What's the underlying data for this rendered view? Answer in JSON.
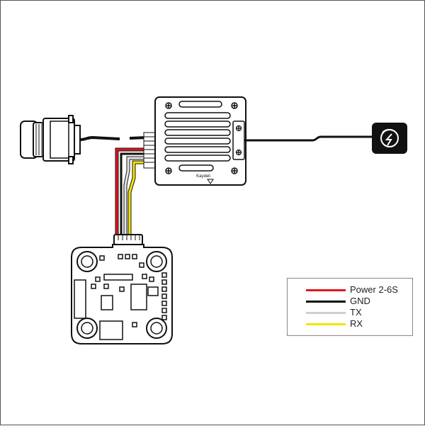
{
  "device": {
    "brand": "Kaydeil"
  },
  "legend": {
    "items": [
      {
        "label": "Power 2-6S",
        "color": "#e0161e"
      },
      {
        "label": "GND",
        "color": "#111111"
      },
      {
        "label": "TX",
        "color": "#cfcfcf"
      },
      {
        "label": "RX",
        "color": "#f4e600"
      }
    ]
  }
}
